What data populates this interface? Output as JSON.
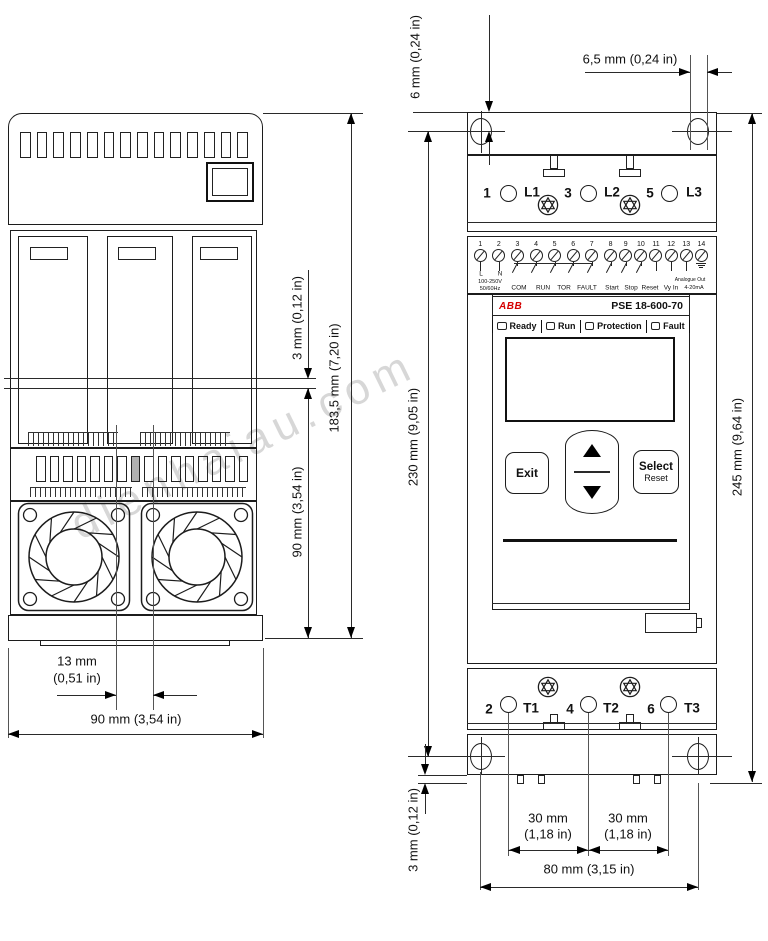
{
  "watermark": "dienhaiau.com",
  "left_view": {
    "dims": {
      "gap": "3 mm (0,12 in)",
      "height_total": "183,5 mm (7,20 in)",
      "height_lower": "90 mm (3,54 in)",
      "hole_offset_1": "13 mm",
      "hole_offset_2": "(0,51 in)",
      "width": "90 mm (3,54 in)"
    }
  },
  "right_view": {
    "brand": "ABB",
    "model": "PSE 18-600-70",
    "leds": [
      "Ready",
      "Run",
      "Protection",
      "Fault"
    ],
    "keypad": {
      "exit": "Exit",
      "select": "Select",
      "reset": "Reset"
    },
    "line_terminals": [
      "1",
      "L1",
      "3",
      "L2",
      "5",
      "L3"
    ],
    "load_terminals": [
      "2",
      "T1",
      "4",
      "T2",
      "6",
      "T3"
    ],
    "control_terminals": {
      "numbers": [
        "1",
        "2",
        "3",
        "4",
        "5",
        "6",
        "7",
        "8",
        "9",
        "10",
        "11",
        "12",
        "13",
        "14"
      ],
      "labels": {
        "l": "L",
        "n": "N",
        "supply_v": "100-250V",
        "supply_hz": "50/60Hz",
        "com": "COM",
        "run": "RUN",
        "tor": "TOR",
        "fault": "FAULT",
        "start": "Start",
        "stop": "Stop",
        "reset": "Reset",
        "vy_in": "Vy In",
        "analogue_out": "Analogue Out",
        "ma": "4-20mA"
      }
    },
    "dims": {
      "top_edge_to_hole": "6 mm (0,24 in)",
      "hole_width": "6,5 mm (0,24 in)",
      "hole_to_hole": "230 mm (9,05 in)",
      "height_total": "245 mm (9,64 in)",
      "pin_protrusion": "3 mm (0,12 in)",
      "term_pitch_a1": "30 mm",
      "term_pitch_a2": "(1,18 in)",
      "term_pitch_b1": "30 mm",
      "term_pitch_b2": "(1,18 in)",
      "hole_span": "80 mm (3,15 in)"
    }
  }
}
